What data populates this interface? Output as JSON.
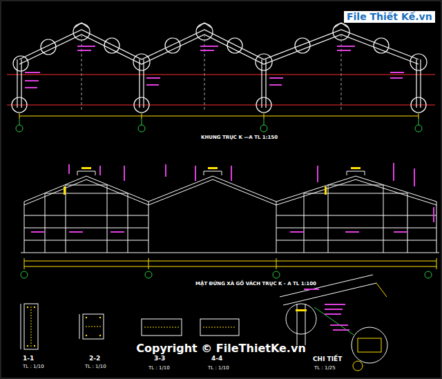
{
  "diagram": {
    "labels": [
      "File Thiết Kế.vn",
      "KHUNG TRỤC K —A TL 1:150",
      "MẶT ĐỨNG XÀ GỒ VÁCH TRỤC K - A TL 1:100",
      "1-1",
      "TL : 1/10",
      "2-2",
      "TL : 1/10",
      "3-3",
      "TL : 1/10",
      "4-4",
      "TL : 1/10",
      "CHI TIẾT",
      "TL : 1/25",
      "Copyright © FileThietKe.vn"
    ]
  }
}
